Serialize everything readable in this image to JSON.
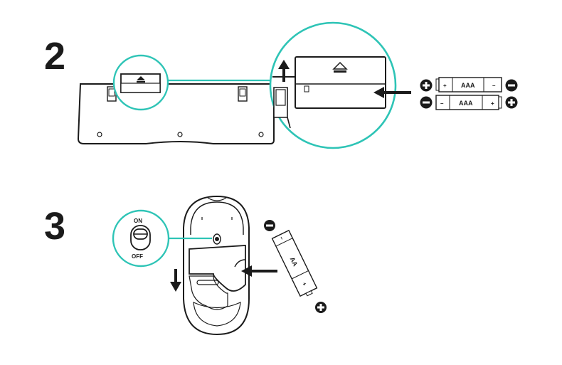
{
  "colors": {
    "accent": "#2ec4b6",
    "line": "#1b1b1b",
    "background": "#ffffff"
  },
  "steps": [
    {
      "number": "2",
      "batteries": [
        {
          "label": "AAA",
          "plus": "+",
          "minus": "–"
        },
        {
          "label": "AAA",
          "minus": "–",
          "plus": "+"
        }
      ]
    },
    {
      "number": "3",
      "switch": {
        "on_label": "ON",
        "off_label": "OFF"
      },
      "battery": {
        "label": "AA",
        "minus": "–",
        "plus": "+"
      }
    }
  ],
  "icons": [
    "eject-icon",
    "plus-circle-icon",
    "minus-circle-icon",
    "arrow-icon"
  ]
}
